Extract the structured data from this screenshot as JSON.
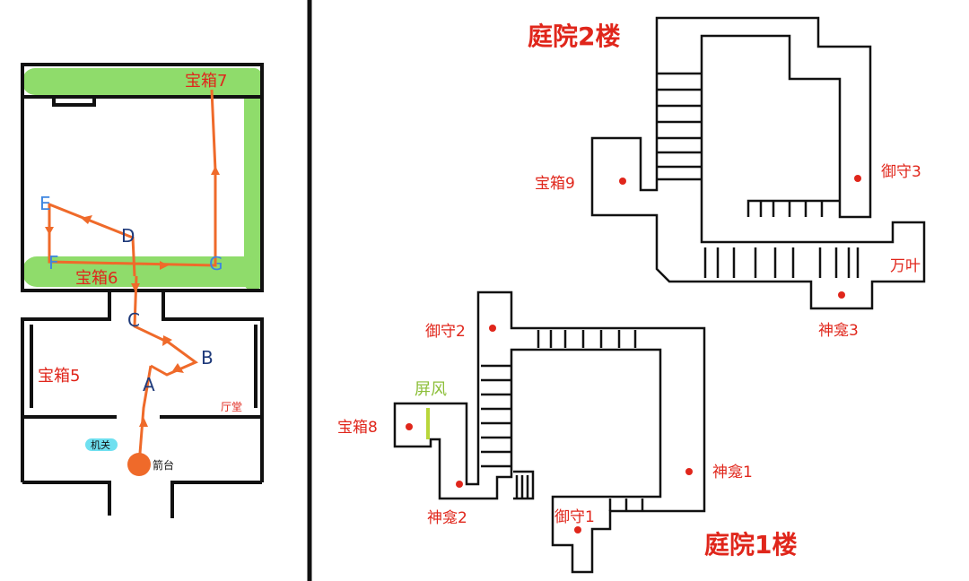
{
  "colors": {
    "wall": "#111111",
    "route": "#ef6a2a",
    "green_band": "#8fdc6b",
    "red_text": "#e0261b",
    "red_dot": "#e0261b",
    "blue_point": "#1f3a7a",
    "light_blue_point": "#3e86e0",
    "screen_green": "#8dbf3a",
    "cyan_tag": "#6fe0f0"
  },
  "left_map": {
    "labels": {
      "chest7": "宝箱7",
      "chest6": "宝箱6",
      "chest5": "宝箱5",
      "hall": "厅堂",
      "mechanism": "机关",
      "arrow_stand": "箭台"
    },
    "points": {
      "A": "A",
      "B": "B",
      "C": "C",
      "D": "D",
      "E": "E",
      "F": "F",
      "G": "G"
    }
  },
  "courtyard_2f": {
    "title": "庭院2楼",
    "labels": {
      "chest9": "宝箱9",
      "charm3": "御守3",
      "kazuha": "万叶",
      "shrine3": "神龛3"
    }
  },
  "courtyard_1f": {
    "title": "庭院1楼",
    "labels": {
      "charm2": "御守2",
      "screen": "屏风",
      "chest8": "宝箱8",
      "shrine1": "神龛1",
      "shrine2": "神龛2",
      "charm1": "御守1"
    }
  }
}
